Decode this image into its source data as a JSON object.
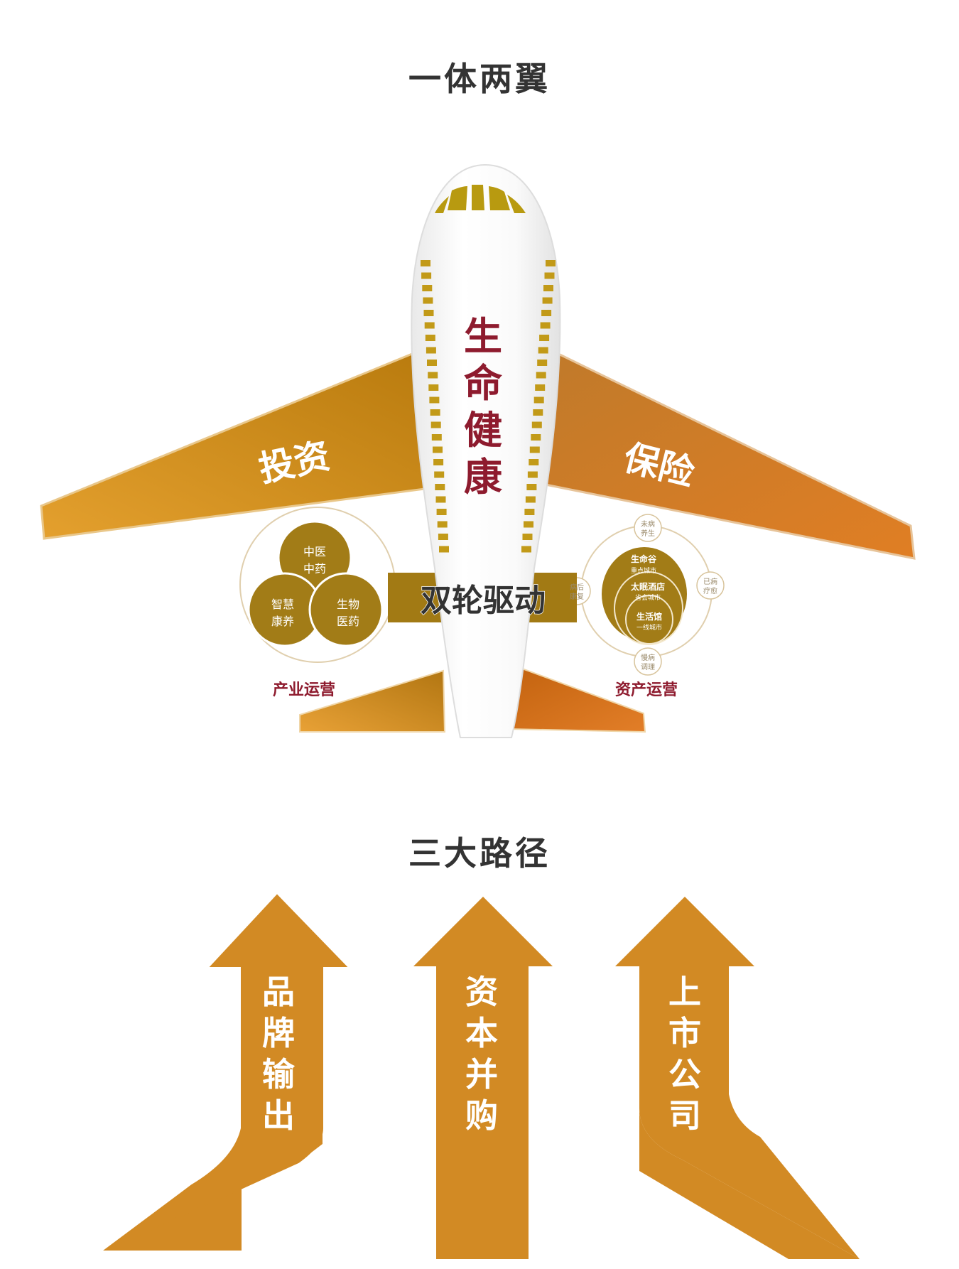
{
  "section1": {
    "title": "一体两翼",
    "fuselage_chars": [
      "生",
      "命",
      "健",
      "康"
    ],
    "left_wing": "投资",
    "right_wing": "保险",
    "drive_bar": "双轮驱动",
    "industry_circles": [
      {
        "line1": "中医",
        "line2": "中药"
      },
      {
        "line1": "智慧",
        "line2": "康养"
      },
      {
        "line1": "生物",
        "line2": "医药"
      }
    ],
    "industry_label": "产业运营",
    "asset_rings": [
      {
        "name": "生命谷",
        "sub": "重点城市"
      },
      {
        "name": "太眠酒店",
        "sub": "省会城市"
      },
      {
        "name": "生活馆",
        "sub": "一线城市"
      }
    ],
    "asset_outer": [
      {
        "line1": "未病",
        "line2": "养生"
      },
      {
        "line1": "已病",
        "line2": "疗愈"
      },
      {
        "line1": "慢病",
        "line2": "调理"
      },
      {
        "line1": "病后",
        "line2": "康复"
      }
    ],
    "asset_label": "资产运营"
  },
  "section2": {
    "title": "三大路径",
    "arrows": [
      {
        "chars": [
          "品",
          "牌",
          "输",
          "出"
        ]
      },
      {
        "chars": [
          "资",
          "本",
          "并",
          "购"
        ]
      },
      {
        "chars": [
          "上",
          "市",
          "公",
          "司"
        ]
      }
    ]
  },
  "colors": {
    "gold": "#C98A1C",
    "gold_dark": "#A27A14",
    "orange": "#D98326",
    "maroon": "#8E1B2E",
    "circle_brown": "#A27C17",
    "arrow": "#D28A24",
    "heading": "#333333"
  }
}
